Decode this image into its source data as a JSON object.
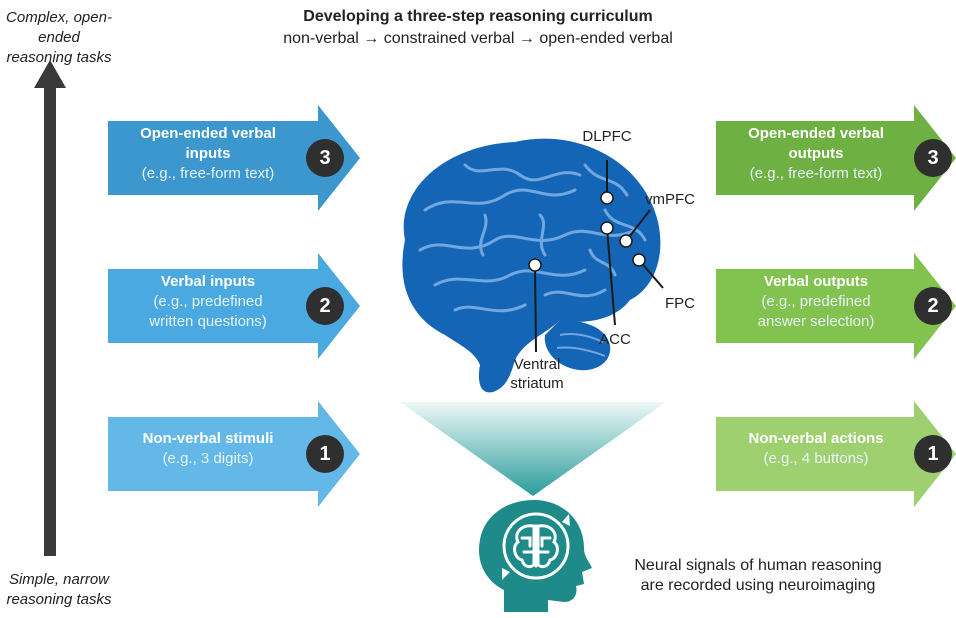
{
  "header": {
    "title": "Developing a three-step reasoning curriculum",
    "subtitle": "non-verbal → constrained verbal → open-ended verbal"
  },
  "axis": {
    "top_label_line1": "Complex, open-ended",
    "top_label_line2": "reasoning tasks",
    "bottom_label_line1": "Simple, narrow",
    "bottom_label_line2": "reasoning tasks"
  },
  "inputs": [
    {
      "step": "3",
      "title_line1": "Open-ended verbal",
      "title_line2": "inputs",
      "detail_line1": "(e.g., free-form text)",
      "detail_line2": "",
      "color": "#3d97cf"
    },
    {
      "step": "2",
      "title_line1": "Verbal inputs",
      "title_line2": "",
      "detail_line1": "(e.g., predefined",
      "detail_line2": "written questions)",
      "color": "#4aa9e0"
    },
    {
      "step": "1",
      "title_line1": "Non-verbal stimuli",
      "title_line2": "",
      "detail_line1": "(e.g., 3 digits)",
      "detail_line2": "",
      "color": "#63b8e8"
    }
  ],
  "outputs": [
    {
      "step": "3",
      "title_line1": "Open-ended verbal",
      "title_line2": "outputs",
      "detail_line1": "(e.g., free-form text)",
      "detail_line2": "",
      "color": "#6fb043"
    },
    {
      "step": "2",
      "title_line1": "Verbal outputs",
      "title_line2": "",
      "detail_line1": "(e.g., predefined",
      "detail_line2": "answer selection)",
      "color": "#82c24f"
    },
    {
      "step": "1",
      "title_line1": "Non-verbal actions",
      "title_line2": "",
      "detail_line1": "(e.g., 4 buttons)",
      "detail_line2": "",
      "color": "#9fd06f"
    }
  ],
  "brain_regions": {
    "dlpfc": "DLPFC",
    "vmpfc": "vmPFC",
    "fpc": "FPC",
    "acc": "ACC",
    "ventral_line1": "Ventral",
    "ventral_line2": "striatum"
  },
  "caption": {
    "line1": "Neural signals of human reasoning",
    "line2": "are recorded using neuroimaging"
  },
  "colors": {
    "brain": "#1565b7",
    "funnel": "#2a9d9b",
    "head": "#1f8a8a",
    "axis_arrow": "#3a3a3a"
  }
}
